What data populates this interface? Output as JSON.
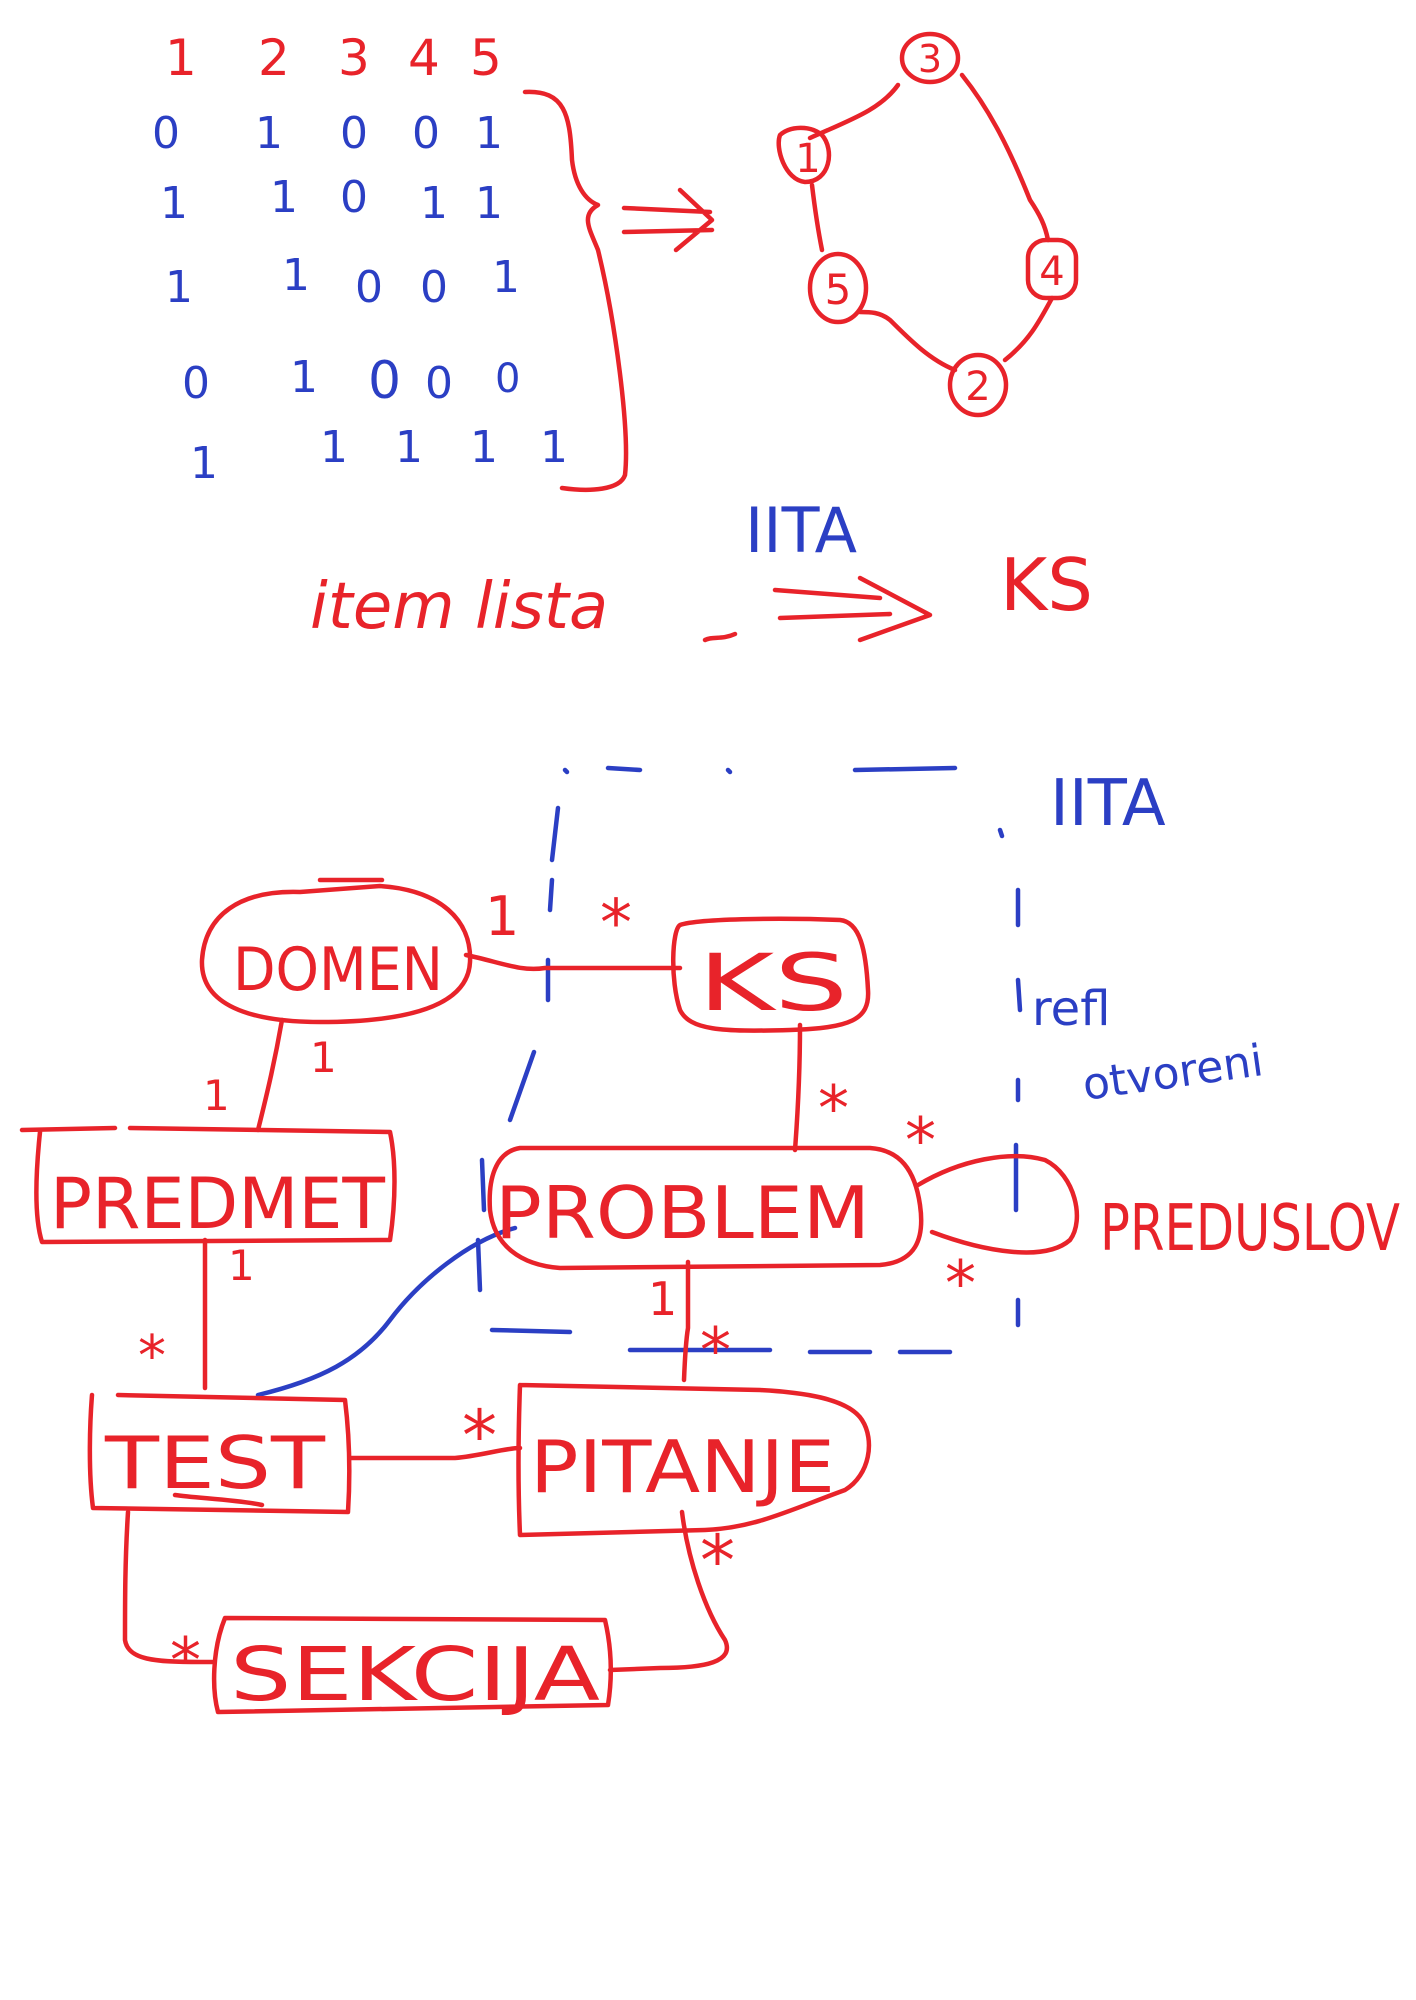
{
  "colors": {
    "ink_red": "#e8232a",
    "ink_blue": "#2b3fc4",
    "background": "#ffffff"
  },
  "matrix": {
    "column_headers": [
      "1",
      "2",
      "3",
      "4",
      "5"
    ],
    "rows": [
      [
        "0",
        "1",
        "0",
        "0",
        "1"
      ],
      [
        "1",
        "1",
        "0",
        "1",
        "1"
      ],
      [
        "1",
        "1",
        "0",
        "0",
        "1"
      ],
      [
        "0",
        "1",
        "0",
        "0",
        "0"
      ],
      [
        "1",
        "1",
        "1",
        "1",
        "1"
      ]
    ]
  },
  "graph": {
    "nodes": [
      "1",
      "2",
      "3",
      "4",
      "5"
    ],
    "edges": [
      [
        "1",
        "3"
      ],
      [
        "3",
        "4"
      ],
      [
        "4",
        "2"
      ],
      [
        "2",
        "5"
      ],
      [
        "5",
        "1"
      ]
    ]
  },
  "pipeline": {
    "source": "item lista",
    "method": "IITA",
    "target": "KS"
  },
  "diagram": {
    "region_label": "IITA",
    "entities": {
      "domen": "DOMEN",
      "ks": "KS",
      "predmet": "PREDMET",
      "problem": "PROBLEM",
      "test": "TEST",
      "pitanje": "PITANJE",
      "sekcija": "SEKCIJA"
    },
    "self_relation_label": "PREDUSLOV",
    "side_notes": [
      "refl",
      "otvoreni"
    ],
    "multiplicities": {
      "domen_ks_domen_side": "1",
      "domen_ks_ks_side": "*",
      "domen_predmet_domen_side": "1",
      "domen_predmet_predmet_side": "1",
      "ks_problem_problem_side": "*",
      "problem_self_top": "*",
      "problem_self_bottom": "*",
      "predmet_test_predmet_side": "1",
      "predmet_test_test_side": "*",
      "problem_pitanje_problem_side": "1",
      "problem_pitanje_pitanje_side": "*",
      "test_pitanje_pitanje_side": "*",
      "pitanje_sekcija_pitanje_side": "*",
      "test_sekcija_sekcija_side": "*"
    }
  }
}
